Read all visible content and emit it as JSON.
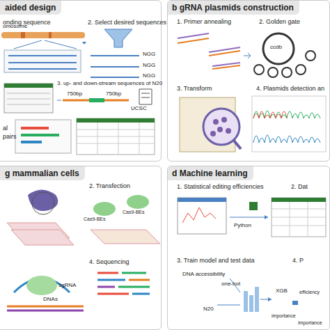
{
  "diagram": {
    "nodes": [
      {
        "text": [
          "aided design"
        ]
      },
      {
        "text": [
          "b gRNA plasmids construction"
        ]
      },
      {
        "text": [
          "g mammalian cells"
        ]
      },
      {
        "text": [
          "d Machine learning"
        ]
      }
    ],
    "labels": [
      "onding sequence",
      "2. Select desired sequences",
      "omosome",
      "NGG",
      "NGG",
      "NGG",
      "3. up- and down-stream sequences of N20",
      "UCSC",
      "750bp",
      "750bp",
      "al",
      "pairs",
      "1. Primer annealing",
      "2. Golden gate",
      "ccdb",
      "3. Transform",
      "4. Plasmids detection an",
      "2. Transfection",
      "Cas9-BEs",
      "Cas9-BEs",
      "4. Sequencing",
      "sgRNA",
      "DNAs",
      "1. Statistical editing efficiencies",
      "2. Dat",
      "Python",
      "3. Train model and test data",
      "4. P",
      "DNA accessibility",
      "one-hot",
      "N20",
      "XGB",
      "importance",
      "efficiency",
      "importance"
    ]
  }
}
